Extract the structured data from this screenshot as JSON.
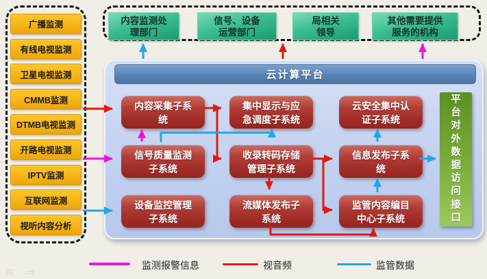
{
  "colors": {
    "alarm_magenta": "#ea16d9",
    "av_red": "#e01b10",
    "regulatory_blue": "#22a7e2",
    "source_yellow": "#f5b618",
    "department_teal": "#2aa87c",
    "platform_header_blue": "#5d86b8",
    "platform_body_blue": "#c6d4f1",
    "subsystem_red": "#b23d38",
    "external_green": "#7cae3a"
  },
  "sources": [
    "广播监测",
    "有线电视监测",
    "卫星电视监测",
    "CMMB监测",
    "DTMB电视监测",
    "开路电视监测",
    "IPTV监测",
    "互联网监测",
    "视听内容分析"
  ],
  "departments": [
    "内容监测处\n理部门",
    "信号、设备\n运营部门",
    "局相关\n领导",
    "其他需要提供\n服务的机构"
  ],
  "platform": {
    "title": "云计算平台",
    "subsystems": [
      "内容采集子系\n统",
      "集中显示与应\n急调度子系统",
      "云安全集中认\n证子系统",
      "信号质量监测\n子系统",
      "收录转码存储\n管理子系统",
      "信息发布子系\n统",
      "设备监控管理\n子系统",
      "流媒体发布子\n系统",
      "监管内容编目\n中心子系统"
    ]
  },
  "external_interface": "平\n台\n对\n外\n数\n据\n访\n问\n接\n口",
  "legend": [
    {
      "label": "监测报警信息",
      "color": "#ea16d9"
    },
    {
      "label": "视音频",
      "color": "#e01b10"
    },
    {
      "label": "监管数据",
      "color": "#22a7e2"
    }
  ],
  "icons": {
    "menu_glyph": "≡",
    "next_glyph": "⇨"
  }
}
